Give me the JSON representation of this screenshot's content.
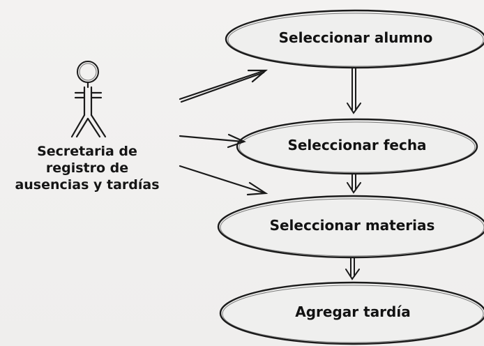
{
  "diagram": {
    "actor": {
      "name_lines": [
        "Secretaria de",
        "registro de",
        "ausencias y tardías"
      ]
    },
    "use_cases": [
      {
        "id": "uc1",
        "label": "Seleccionar alumno"
      },
      {
        "id": "uc2",
        "label": "Seleccionar fecha"
      },
      {
        "id": "uc3",
        "label": "Seleccionar materias"
      },
      {
        "id": "uc4",
        "label": "Agregar tardía"
      }
    ],
    "associations": [
      {
        "from": "actor",
        "to": "uc1"
      },
      {
        "from": "actor",
        "to": "uc2"
      },
      {
        "from": "actor",
        "to": "uc3"
      }
    ],
    "flows": [
      {
        "from": "uc1",
        "to": "uc2"
      },
      {
        "from": "uc2",
        "to": "uc3"
      },
      {
        "from": "uc3",
        "to": "uc4"
      }
    ]
  },
  "colors": {
    "ink": "#1a1a1a",
    "ellipse_fill": "#efefee",
    "background": "#f1f0ef"
  }
}
